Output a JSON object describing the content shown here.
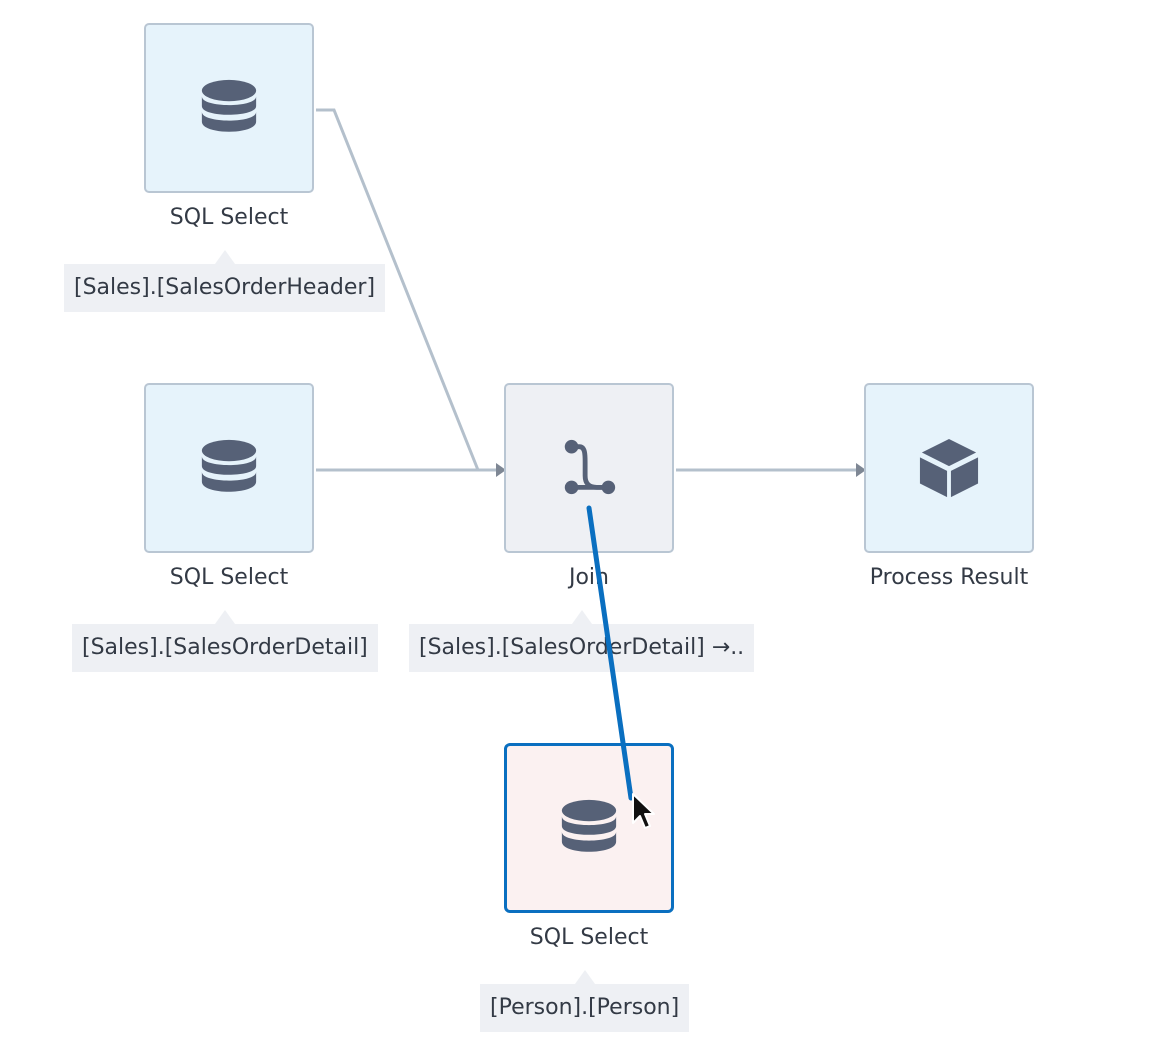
{
  "canvas": {
    "nodes": [
      {
        "id": "select-header",
        "label": "SQL Select",
        "icon": "database-icon",
        "tag": "[Sales].[SalesOrderHeader]"
      },
      {
        "id": "select-detail",
        "label": "SQL Select",
        "icon": "database-icon",
        "tag": "[Sales].[SalesOrderDetail]"
      },
      {
        "id": "join",
        "label": "Join",
        "icon": "merge-icon",
        "tag": "[Sales].[SalesOrderDetail] →.."
      },
      {
        "id": "process-result",
        "label": "Process Result",
        "icon": "cube-icon"
      },
      {
        "id": "select-person",
        "label": "SQL Select",
        "icon": "database-icon",
        "tag": "[Person].[Person]",
        "state": "selected"
      }
    ],
    "colors": {
      "connector": "#b4c0cc",
      "drag_connector": "#0a6fc0",
      "node_fill": "#e6f3fb",
      "join_fill": "#eef0f4",
      "selected_fill": "#fbf1f1",
      "icon": "#566177"
    }
  }
}
